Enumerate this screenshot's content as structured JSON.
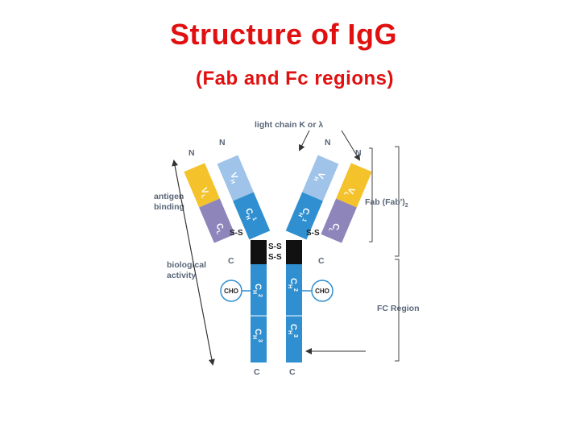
{
  "title": "Structure of IgG",
  "subtitle": "(Fab and Fc regions)",
  "diagram": {
    "light_chain_label": "light chain K  or λ",
    "terminal_n": "N",
    "terminal_c": "C",
    "antigen_binding": [
      "antigen",
      "binding"
    ],
    "biological_activity": [
      "biological",
      "activity"
    ],
    "fab_label": "Fab  (Fab')",
    "fab_sub": "2",
    "fc_label": "FC Region",
    "disulfide": "S-S",
    "disulfide_side": "S-S",
    "cho": "CHO",
    "domains": {
      "vl": "V",
      "vl_sub": "L",
      "vh": "V",
      "vh_sub": "H",
      "cl": "C",
      "cl_sub": "L",
      "ch1": "C",
      "ch1_sub": "H",
      "ch1_sup": "1",
      "ch2": "C",
      "ch2_sub": "H",
      "ch2_sup": "2",
      "ch3": "C",
      "ch3_sub": "H",
      "ch3_sup": "3"
    },
    "colors": {
      "vl": "#f4c22b",
      "cl": "#8e85bb",
      "vh": "#9fc3e9",
      "ch": "#2f8fd0",
      "hinge": "#111111",
      "label": "#5a6678",
      "title": "#e01010"
    }
  }
}
